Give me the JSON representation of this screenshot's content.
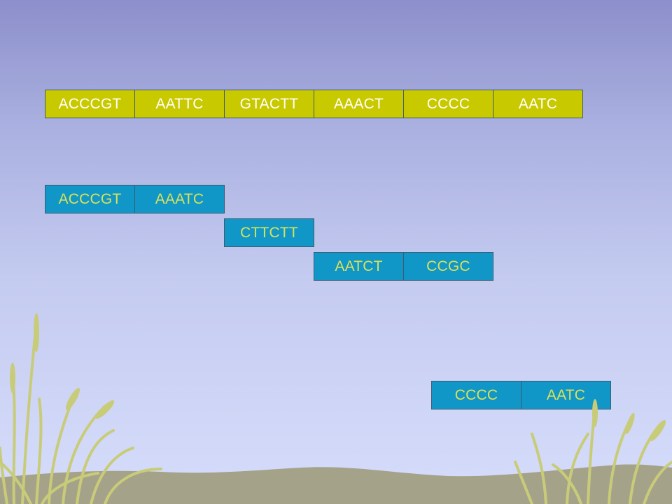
{
  "reference": {
    "segments": [
      "ACCCGT",
      "AATTC",
      "GTACTT",
      "AAACT",
      "CCCC",
      "AATC"
    ]
  },
  "reads": [
    {
      "segments": [
        "ACCCGT",
        "AAATC"
      ]
    },
    {
      "segments": [
        "CTTCTT"
      ]
    },
    {
      "segments": [
        "AATCT",
        "CCGC"
      ]
    },
    {
      "segments": [
        "CCCC",
        "AATC"
      ]
    }
  ],
  "colors": {
    "reference_fill": "#c9c900",
    "reference_text": "#ffffff",
    "read_fill": "#1196c8",
    "read_text": "#d8e25a",
    "ground": "#a5a28a",
    "grass": "#c8cc78"
  }
}
